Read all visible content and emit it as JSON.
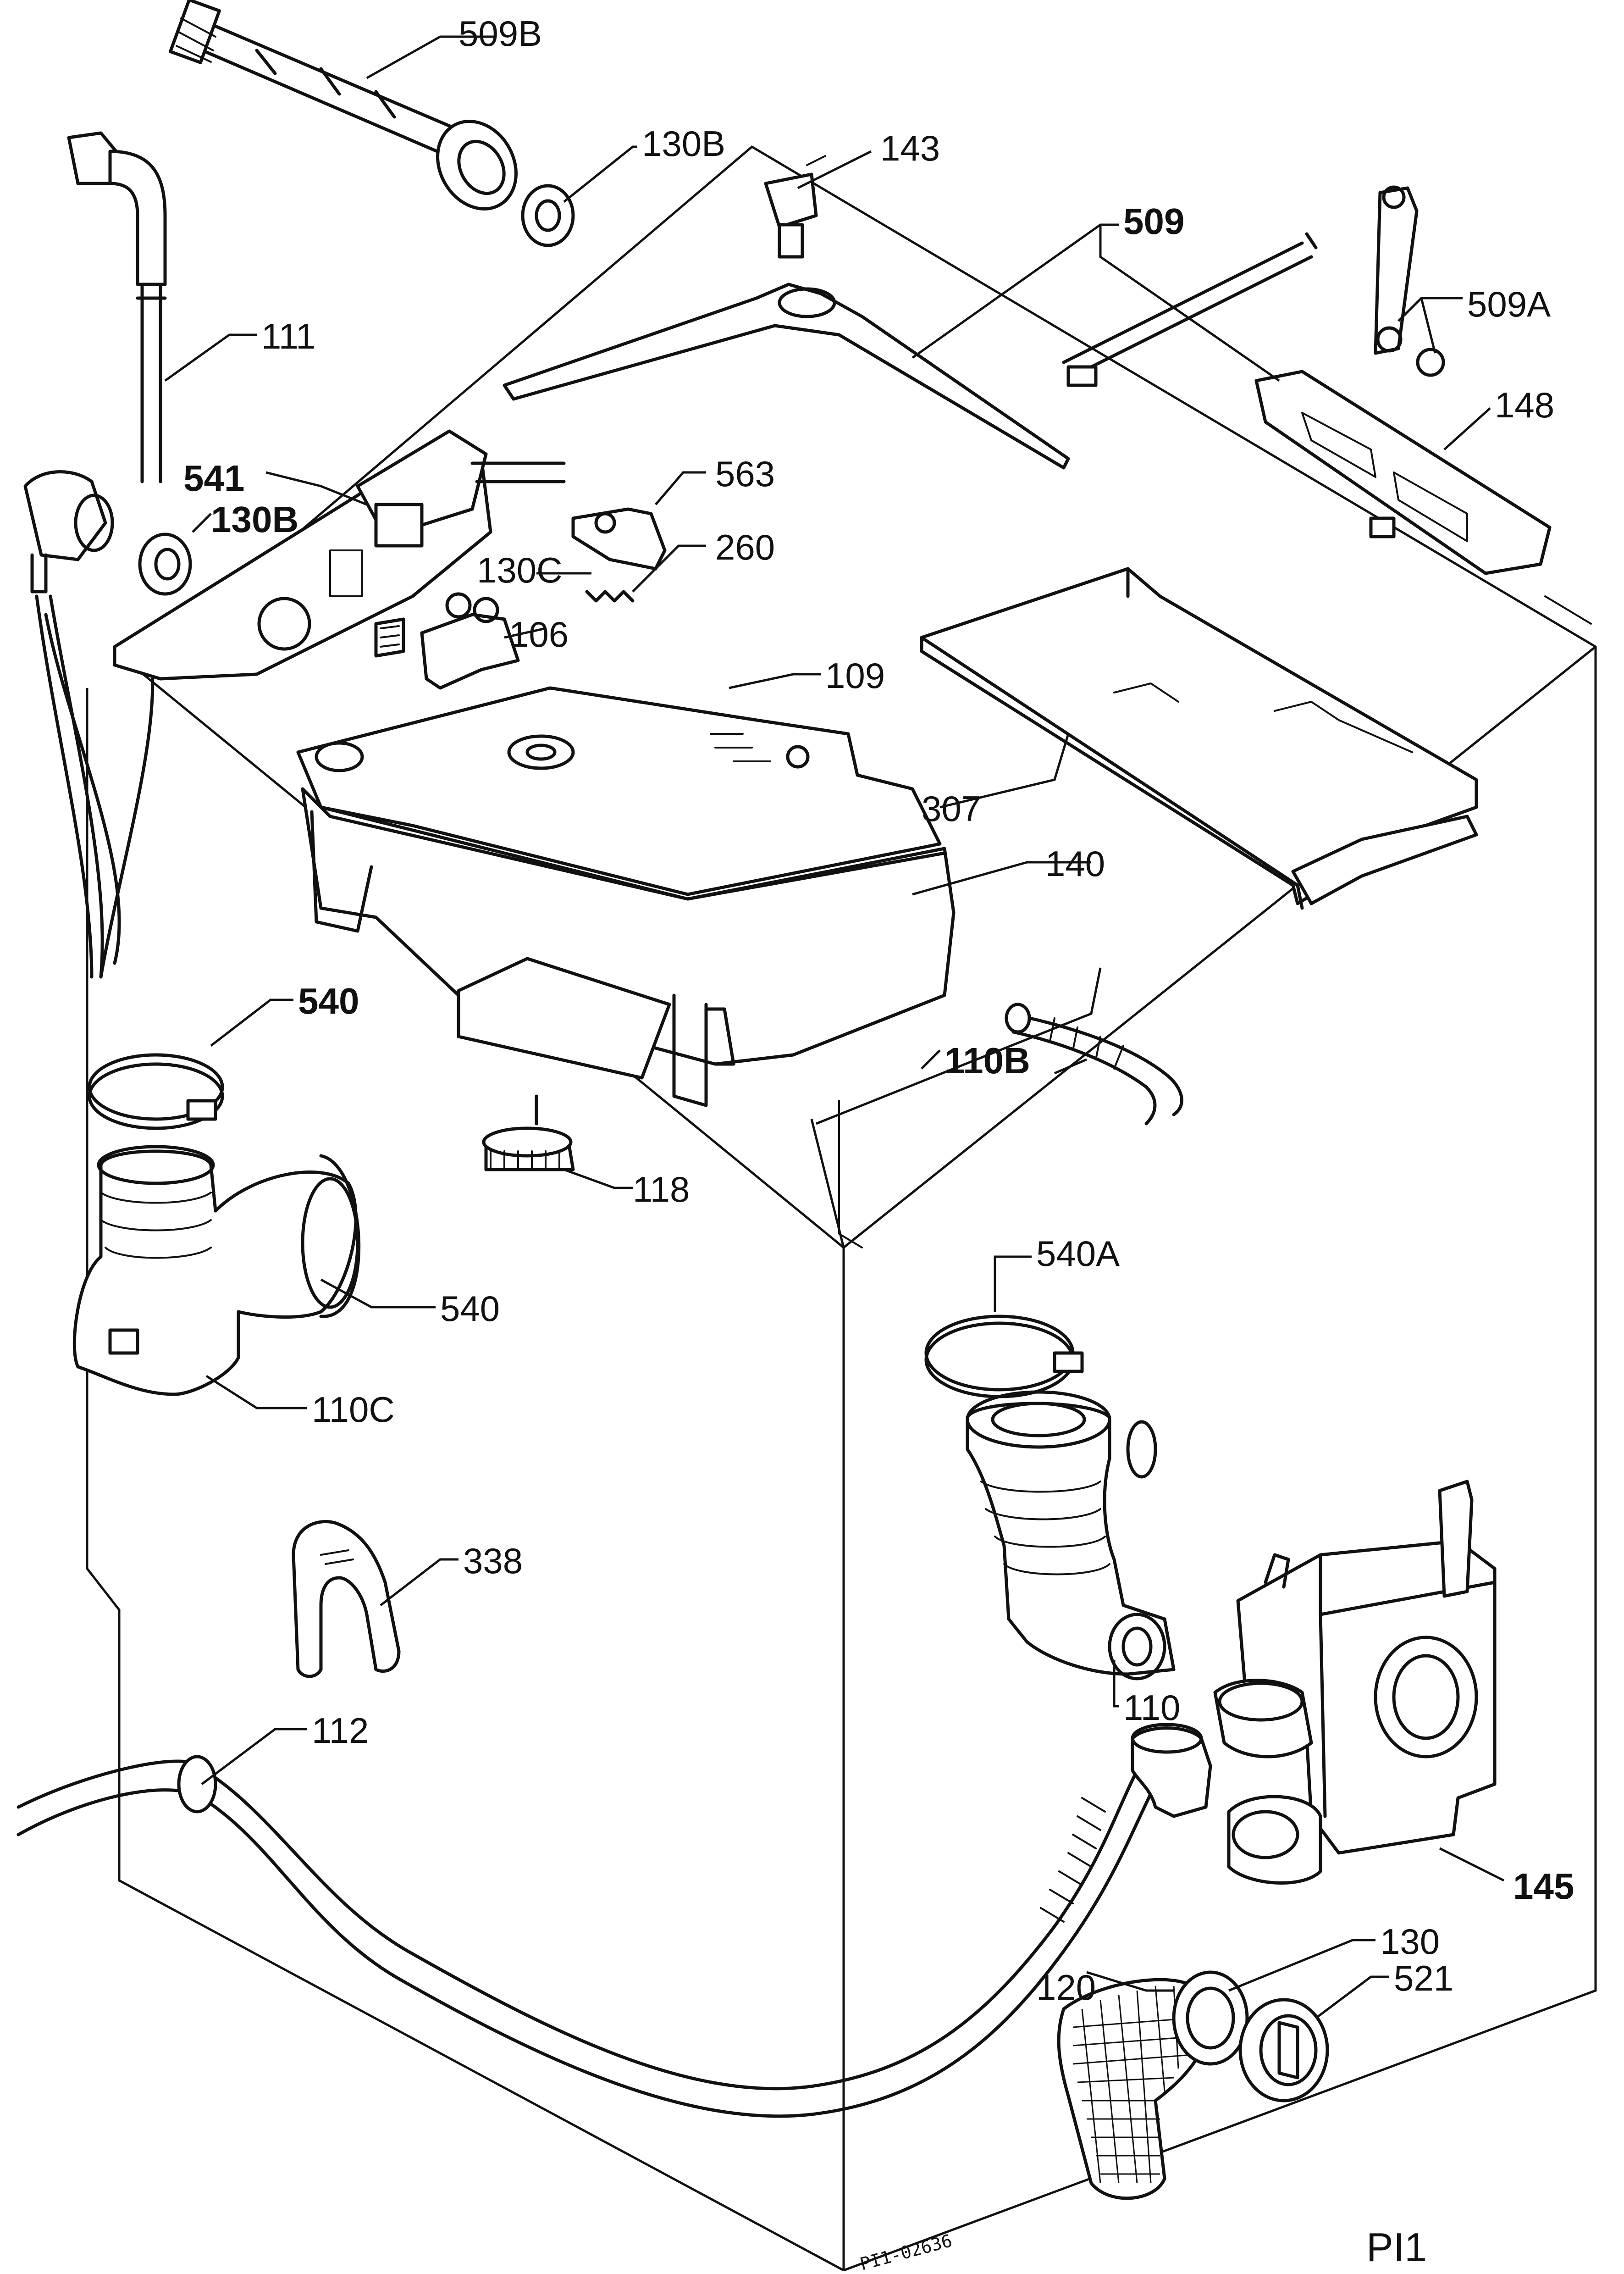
{
  "labels": {
    "p509b": "509B",
    "p130b_top": "130B",
    "p143": "143",
    "p509": "509",
    "p509a": "509A",
    "p111": "111",
    "p541": "541",
    "p130b": "130B",
    "p563": "563",
    "p260": "260",
    "p130c": "130C",
    "p106": "106",
    "p148": "148",
    "p109": "109",
    "p307": "307",
    "p140": "140",
    "p540_top": "540",
    "p110b": "110B",
    "p118": "118",
    "p540": "540",
    "p110c": "110C",
    "p540a": "540A",
    "p338": "338",
    "p110": "110",
    "p112": "112",
    "p145": "145",
    "p130": "130",
    "p120": "120",
    "p521": "521"
  },
  "drawing_code": "PI1-02636",
  "page_code": "PI1"
}
